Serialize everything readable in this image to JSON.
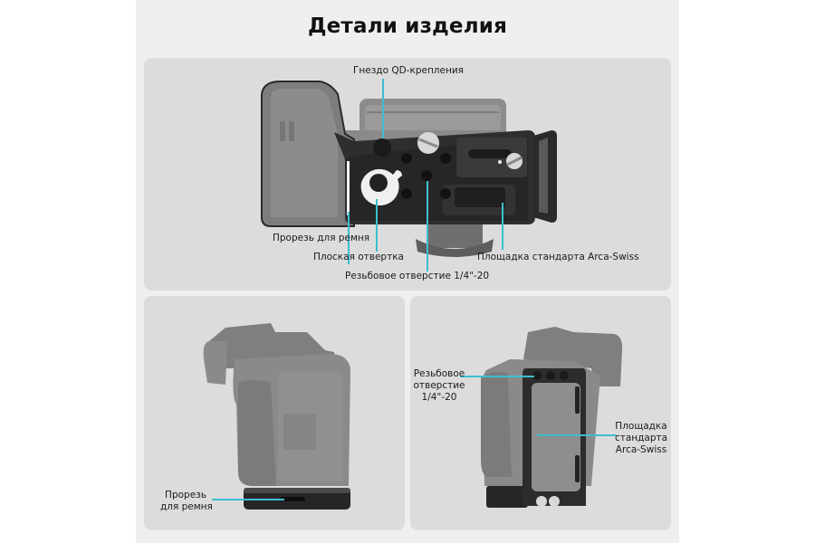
{
  "title": "Детали изделия",
  "accent_color": "#3bbfcf",
  "panel_top": {
    "image": "camera-bottom-view-with-l-bracket",
    "callouts": [
      {
        "id": "qd_socket",
        "label": "Гнездо QD-крепления"
      },
      {
        "id": "strap_slot",
        "label": "Прорезь для ремня"
      },
      {
        "id": "flat_screwdriver",
        "label": "Плоская отвертка"
      },
      {
        "id": "threaded_hole",
        "label": "Резьбовое отверстие 1/4\"-20"
      },
      {
        "id": "arca_swiss",
        "label": "Площадка стандарта Arca-Swiss"
      }
    ]
  },
  "panel_left": {
    "image": "camera-side-view-grip",
    "callouts": [
      {
        "id": "strap_slot",
        "line1": "Прорезь",
        "line2": "для ремня"
      }
    ]
  },
  "panel_right": {
    "image": "camera-side-view-plate",
    "callouts": [
      {
        "id": "threaded_hole",
        "line1": "Резьбовое",
        "line2": "отверстие",
        "line3": "1/4\"-20"
      },
      {
        "id": "arca_swiss",
        "line1": "Площадка",
        "line2": "стандарта",
        "line3": "Arca-Swiss"
      }
    ]
  }
}
